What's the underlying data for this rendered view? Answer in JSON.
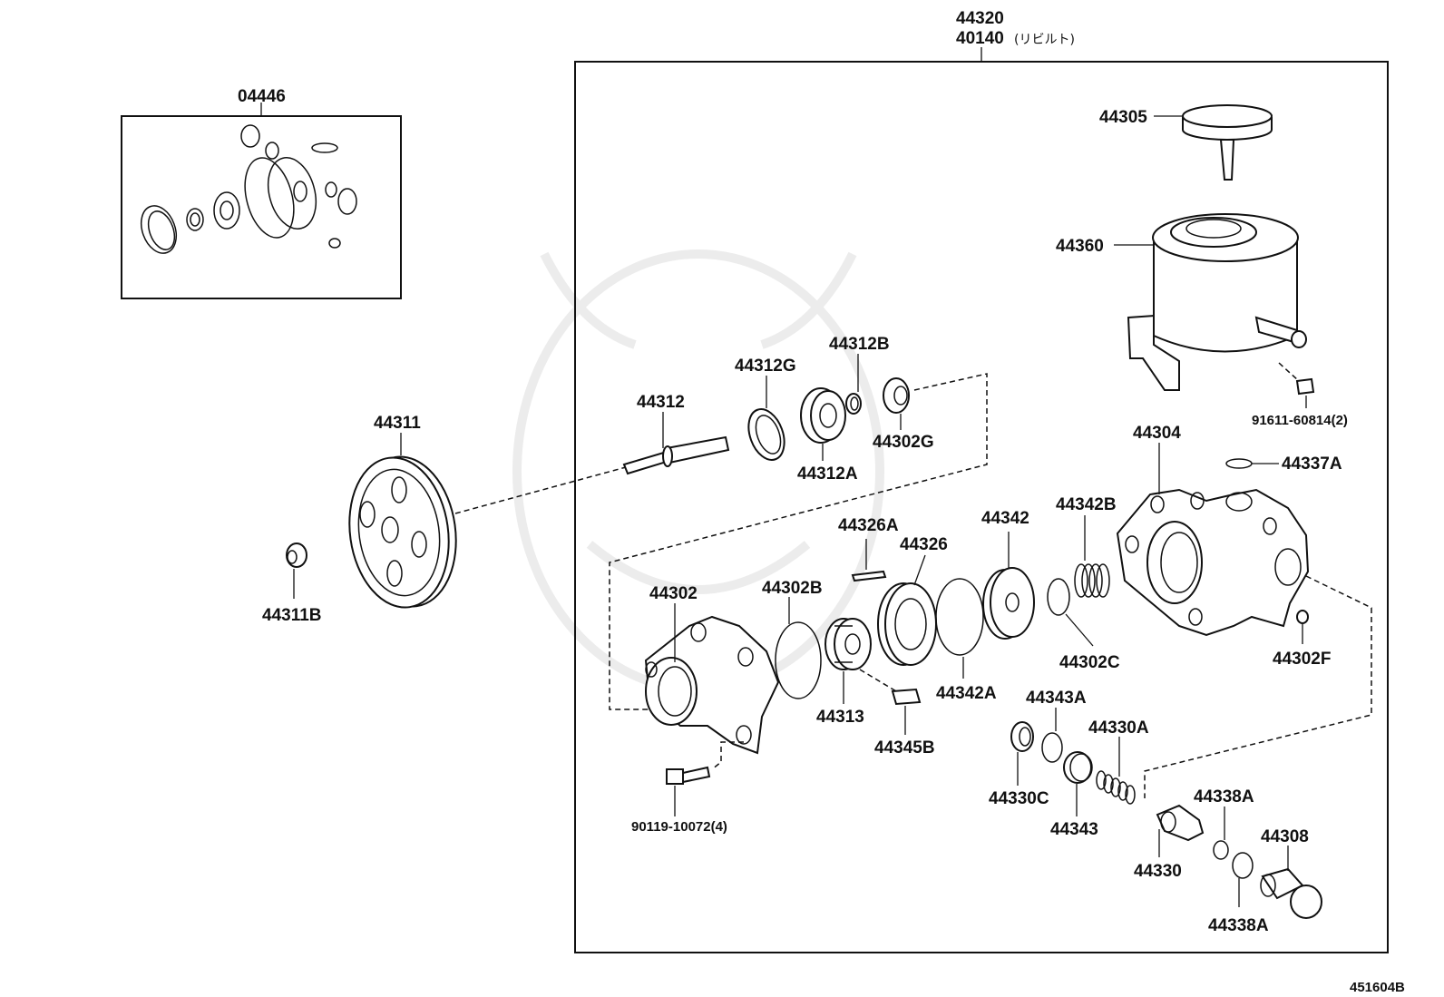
{
  "diagram": {
    "assembly_numbers": [
      "44320",
      "40140"
    ],
    "rebuilt_note": "(リビルト)",
    "figure_code": "451604B",
    "labels": {
      "p04446": "04446",
      "p44305": "44305",
      "p44360": "44360",
      "p91611": "91611-60814(2)",
      "p44304": "44304",
      "p44337A": "44337A",
      "p44311": "44311",
      "p44311B": "44311B",
      "p44312": "44312",
      "p44312G": "44312G",
      "p44312B": "44312B",
      "p44302G": "44302G",
      "p44312A": "44312A",
      "p44326A": "44326A",
      "p44326": "44326",
      "p44342": "44342",
      "p44342B": "44342B",
      "p44302": "44302",
      "p44302B": "44302B",
      "p44313": "44313",
      "p44345B": "44345B",
      "p44342A": "44342A",
      "p44302C": "44302C",
      "p44302F": "44302F",
      "p44343A": "44343A",
      "p44330A": "44330A",
      "p44330C": "44330C",
      "p44343": "44343",
      "p44330": "44330",
      "p44338A_top": "44338A",
      "p44308": "44308",
      "p44338A_bottom": "44338A",
      "p90119": "90119-10072(4)"
    }
  }
}
